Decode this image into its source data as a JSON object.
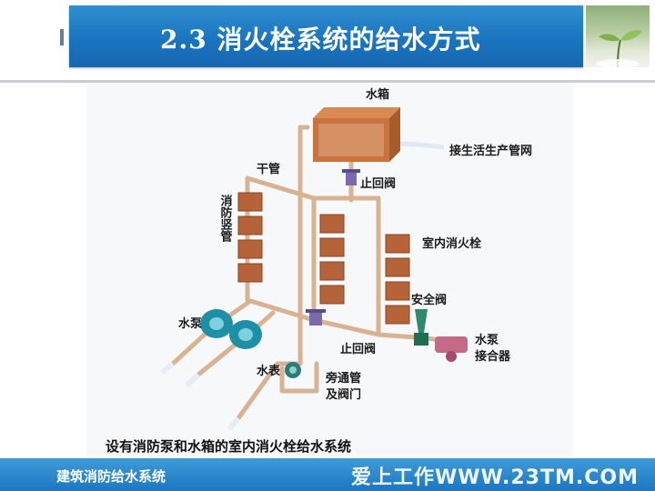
{
  "header": {
    "title": "2.3  消火栓系统的给水方式"
  },
  "diagram": {
    "labels": {
      "water_tank": "水箱",
      "to_domestic_network": "接生活生产管网",
      "check_valve_top": "止回阀",
      "main_pipe": "干管",
      "riser": "消防竖管",
      "indoor_hydrant": "室内消火栓",
      "safety_valve": "安全阀",
      "pump": "水泵",
      "check_valve_bottom": "止回阀",
      "pump_connector": "水泵接合器",
      "water_meter": "水表",
      "bypass": "旁通管及阀门"
    },
    "caption": "设有消防泵和水箱的室内消火栓给水系统"
  },
  "footer": {
    "course": "建筑消防给水系统",
    "watermark": "爱上工作WWW.23TM.COM"
  },
  "colors": {
    "title_bar": "#1b74bf",
    "footer_bar": "#1d77c2",
    "pipe": "#d8b393",
    "hydrant_box": "#b5643a",
    "pump": "#1e8fa5"
  }
}
